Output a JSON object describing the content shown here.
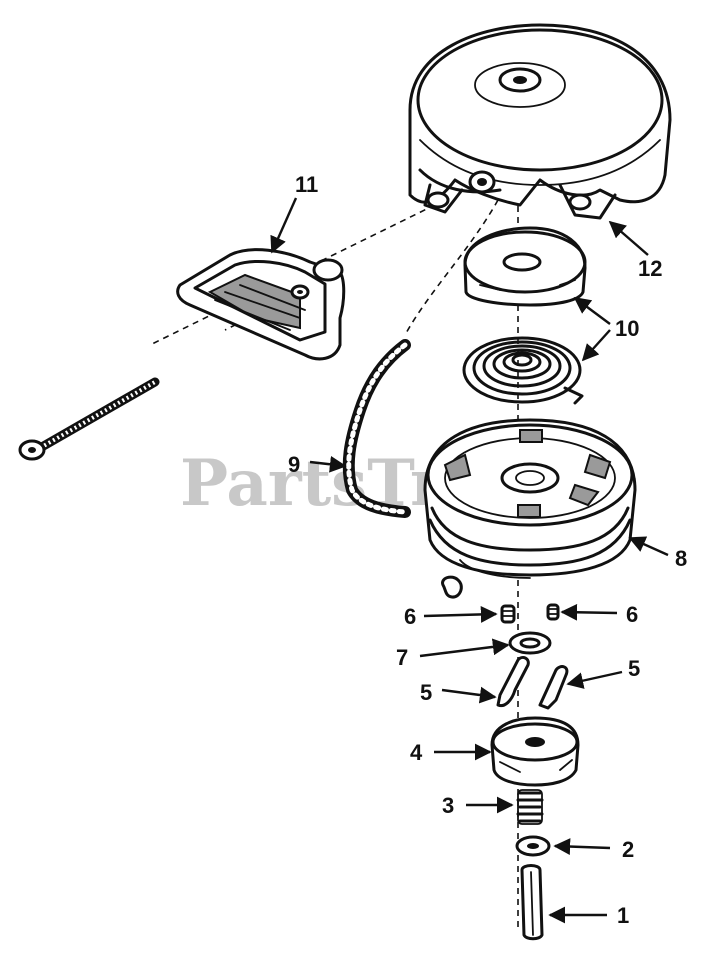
{
  "watermark": "PartsTree",
  "callouts": {
    "c1": "1",
    "c2": "2",
    "c3": "3",
    "c4": "4",
    "c5a": "5",
    "c5b": "5",
    "c6a": "6",
    "c6b": "6",
    "c7": "7",
    "c8": "8",
    "c9": "9",
    "c10": "10",
    "c11": "11",
    "c12": "12"
  }
}
